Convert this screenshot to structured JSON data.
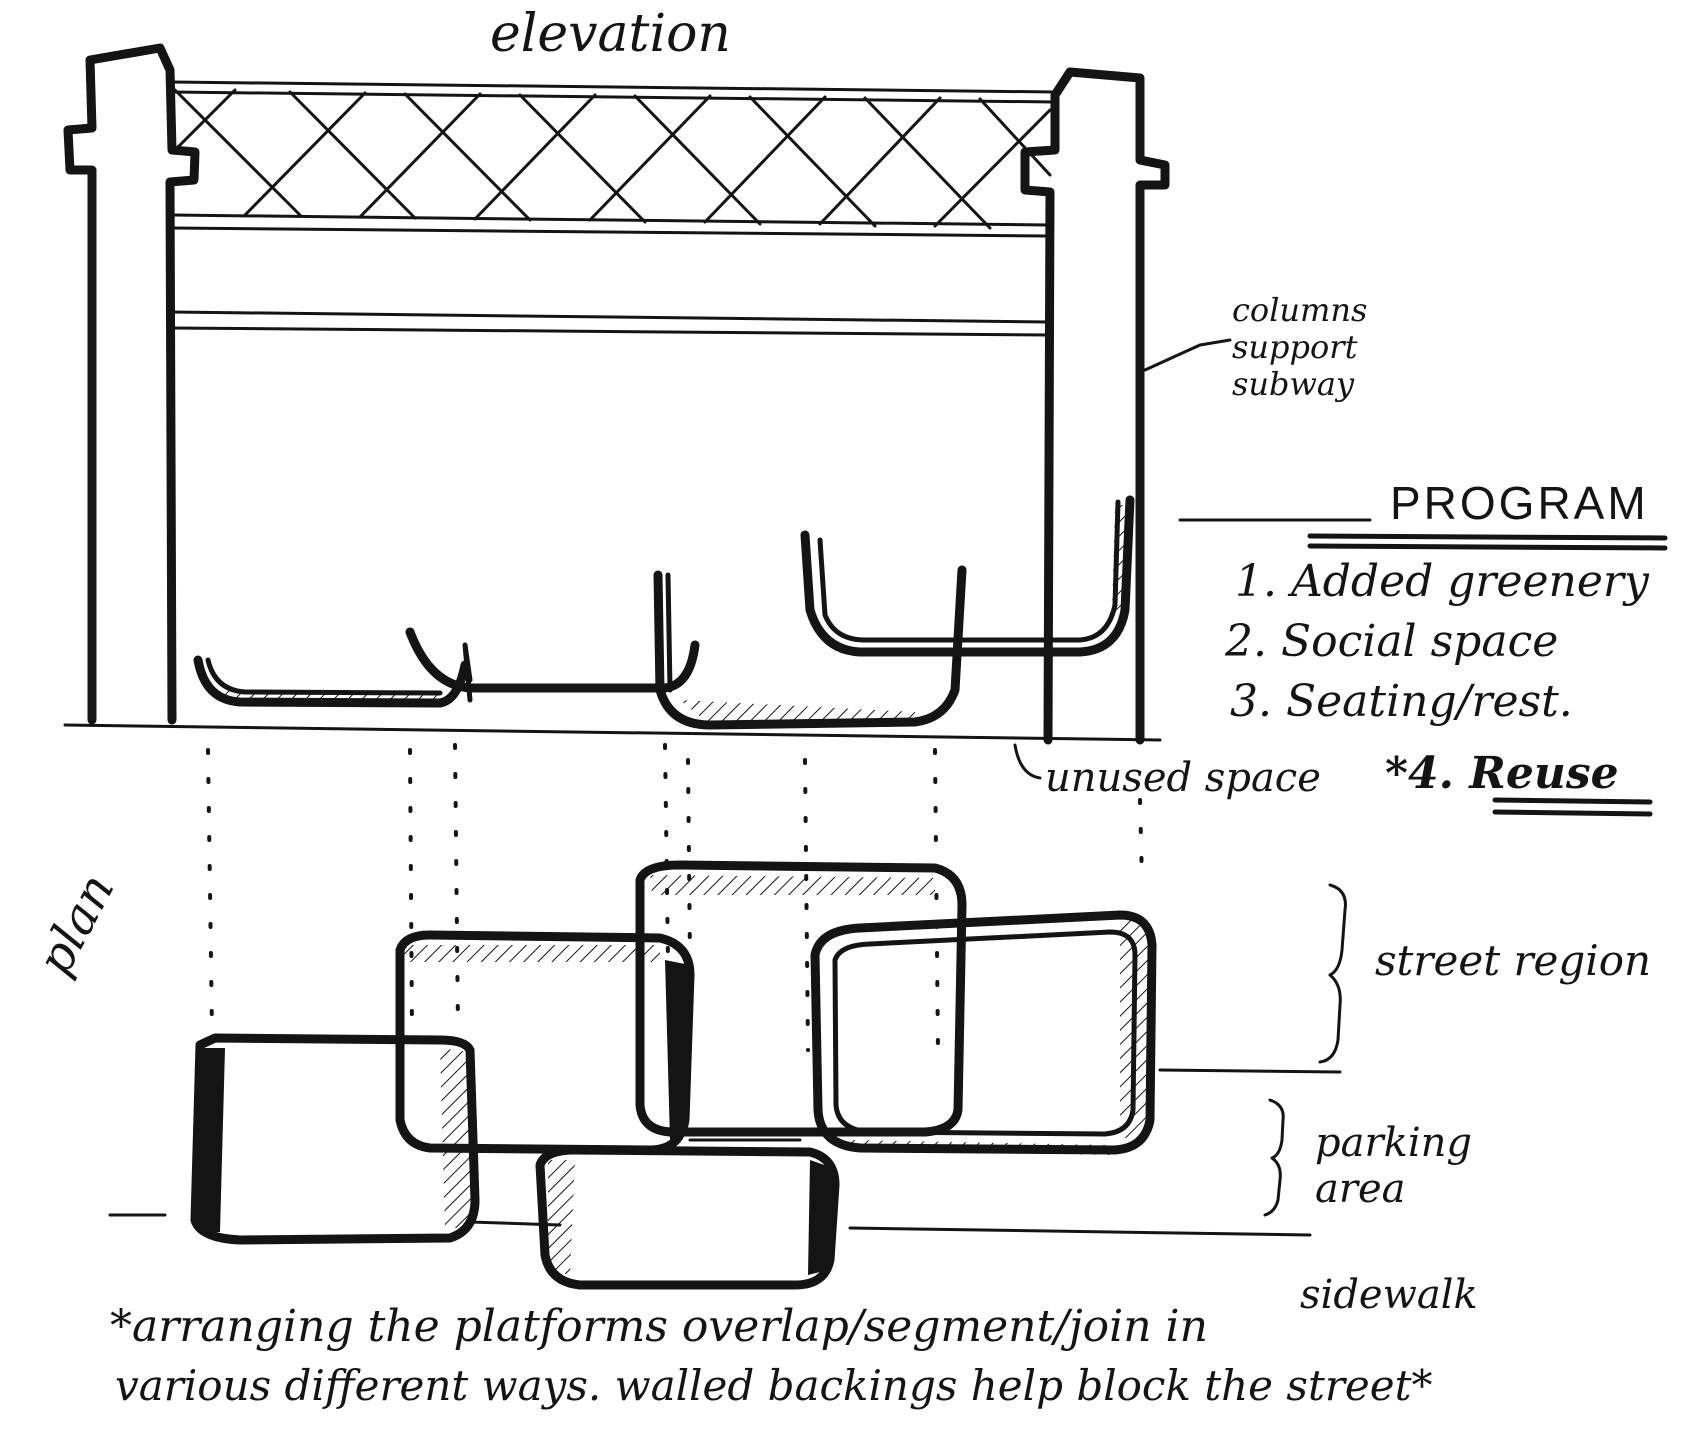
{
  "labels": {
    "elevation": "elevation",
    "plan": "plan",
    "columns_note": "columns\nsupport\nsubway",
    "unused_space": "unused space",
    "street_region": "street region",
    "parking_area": "parking\narea",
    "sidewalk": "sidewalk"
  },
  "program": {
    "title": "PROGRAM",
    "items": [
      "1. Added greenery",
      "2. Social space",
      "3. Seating/rest.",
      "*4. Reuse"
    ]
  },
  "note": {
    "line1": "*arranging the platforms overlap/segment/join in",
    "line2": "various different ways. walled backings help block the street*"
  },
  "colors": {
    "ink": "#141414",
    "paper": "#ffffff"
  }
}
